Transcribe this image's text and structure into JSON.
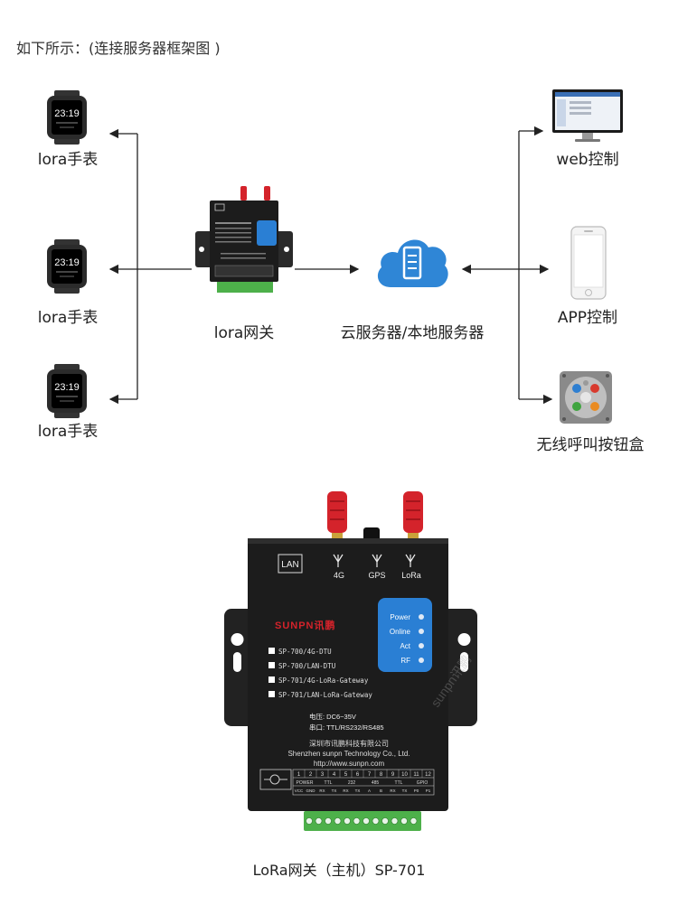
{
  "intro": "如下所示：(连接服务器框架图 )",
  "left": {
    "watches": [
      {
        "label": "lora手表",
        "time": "23:19"
      },
      {
        "label": "lora手表",
        "time": "23:19"
      },
      {
        "label": "lora手表",
        "time": "23:19"
      }
    ]
  },
  "center": {
    "gateway_label": "lora网关",
    "server_label": "云服务器/本地服务器"
  },
  "right": {
    "web_label": "web控制",
    "app_label": "APP控制",
    "button_box_label": "无线呼叫按钮盒"
  },
  "device": {
    "caption": "LoRa网关（主机）SP-701",
    "lan_label": "LAN",
    "antenna_labels": [
      "4G",
      "GPS",
      "LoRa"
    ],
    "brand_logo": "SUNPN讯鹏",
    "watermark": "sunpn讯鹏",
    "leds": [
      "Power",
      "Online",
      "Act",
      "RF"
    ],
    "models": [
      "SP-700/4G-DTU",
      "SP-700/LAN-DTU",
      "SP-701/4G-LoRa-Gateway",
      "SP-701/LAN-LoRa-Gateway"
    ],
    "voltage": "电压: DC6~35V",
    "serial": "串口: TTL/RS232/RS485",
    "company_cn": "深圳市讯鹏科技有限公司",
    "company_en": "Shenzhen sunpn Technology Co., Ltd.",
    "website": "http://www.sunpn.com",
    "terminal_numbers": [
      "1",
      "2",
      "3",
      "4",
      "5",
      "6",
      "7",
      "8",
      "9",
      "10",
      "11",
      "12"
    ],
    "terminal_groups": [
      "POWER",
      "TTL",
      "232",
      "485",
      "TTL",
      "GPIO"
    ],
    "terminal_pins": [
      "VCC",
      "GND",
      "RX",
      "TX",
      "RX",
      "TX",
      "A",
      "B",
      "RX",
      "TX",
      "P0",
      "P1"
    ]
  },
  "colors": {
    "arrow": "#222222",
    "cloud": "#2f86d6",
    "device_body": "#1c1c1c",
    "led_panel": "#2a7fd4",
    "antenna": "#d4232b",
    "terminal": "#4db04a"
  }
}
